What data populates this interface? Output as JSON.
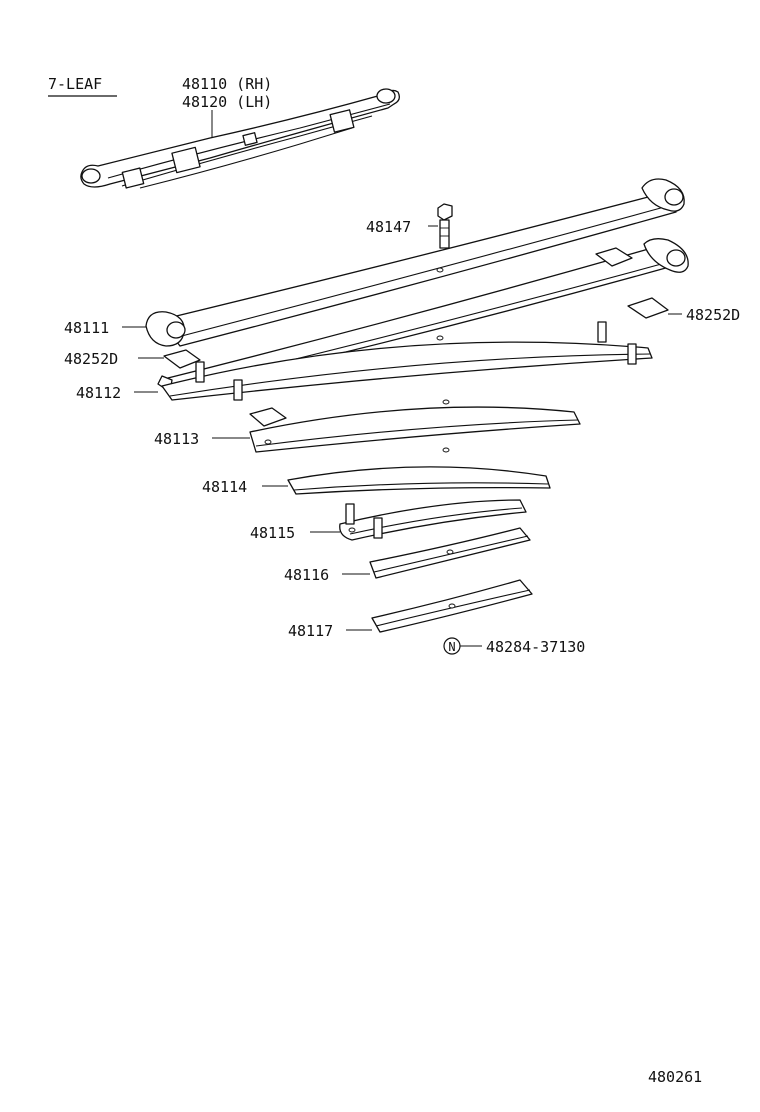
{
  "title_label": "7-LEAF",
  "assembly": {
    "rh": "48110 (RH)",
    "lh": "48120 (LH)"
  },
  "parts": {
    "bolt": "48147",
    "leaf1": "48111",
    "pad_right": "48252D",
    "pad_left": "48252D",
    "leaf2": "48112",
    "leaf3": "48113",
    "leaf4": "48114",
    "leaf5": "48115",
    "leaf6": "48116",
    "leaf7": "48117"
  },
  "note": {
    "symbol": "N",
    "part_number": "48284-37130"
  },
  "diagram_id": "480261"
}
